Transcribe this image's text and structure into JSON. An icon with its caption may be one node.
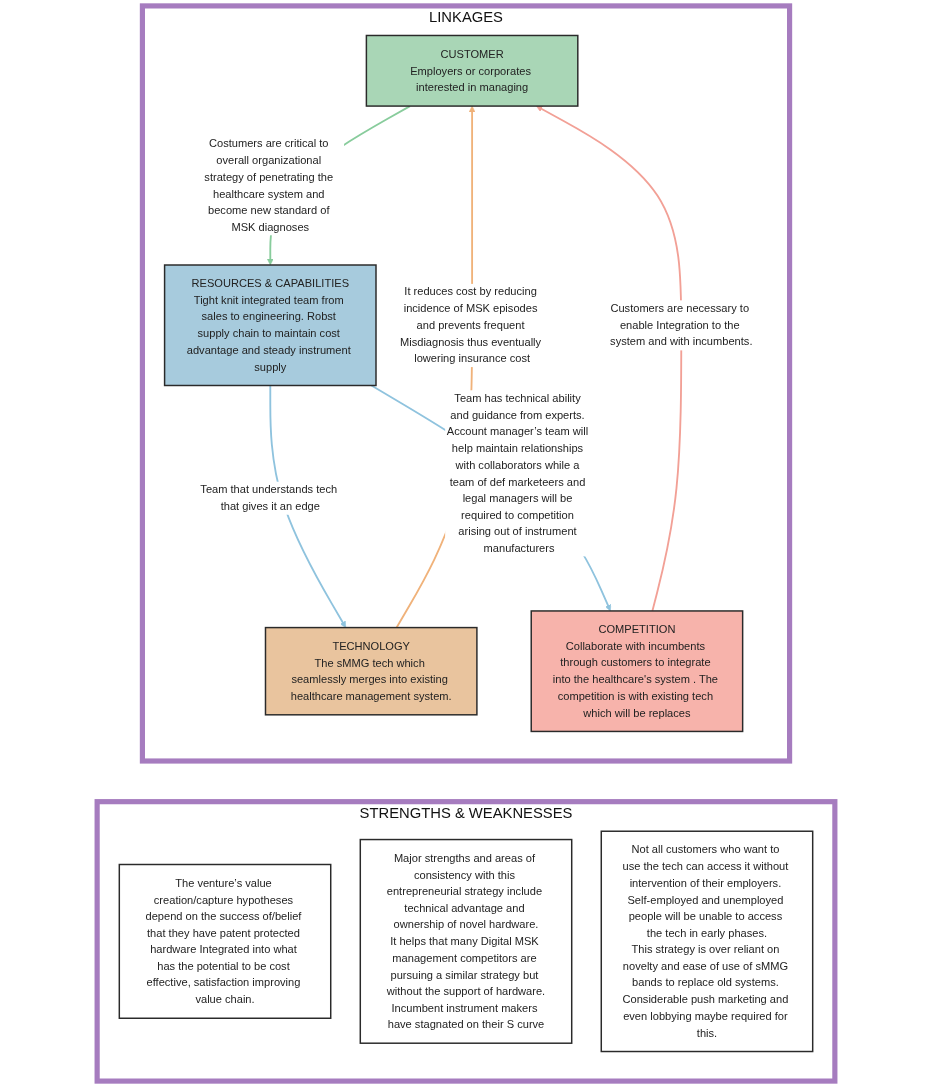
{
  "diagram": {
    "nodes": [
      {
        "text": [
          "LINKAGES"
        ]
      },
      {
        "text": [
          "CUSTOMER",
          "Employers or corporates interested in managing"
        ],
        "in": 0
      },
      {
        "text": [
          "TECHNOLOGY",
          "The sMMG tech which seamlessly merges into existing healthcare management system."
        ],
        "in": 0
      },
      {
        "text": [
          "COMPETITION",
          "Collaborate with incumbents through customers to integrate into the healthcare's system . The competition is with existing tech which will be replaces"
        ],
        "in": 0
      },
      {
        "text": [
          "RESOURCES & CAPABILITIES",
          "Tight knit integrated team from sales to engineering. Robst supply chain to maintain cost advantage and steady instrument supply"
        ],
        "in": 0
      },
      {
        "text": [
          "STRENGTHS & WEAKNESSES"
        ]
      },
      {
        "text": [
          "The venture’s value creation/capture hypotheses depend on the success of/belief that they have patent protected hardware Integrated into what has the potential to be cost effective, satisfaction improving value chain."
        ],
        "in": 5
      },
      {
        "text": [
          "Major strengths and areas of consistency with this entrepreneurial strategy include technical advantage and ownership of novel hardware.",
          "It helps that many Digital MSK management competitors are pursuing a similar strategy but without the support of hardware.",
          "Incumbent instrument makers have stagnated on their S curve"
        ],
        "in": 5
      },
      {
        "text": [
          "Not all customers who want to use the tech can access it without intervention of their employers. Self-employed and unemployed people will be unable to access the tech in early phases.",
          "This strategy is over reliant on novelty and ease of use of sMMG bands to replace old systems. Considerable push marketing and even lobbying maybe required for this."
        ],
        "in": 5
      }
    ],
    "edges": [
      {
        "from": 2,
        "to": 1,
        "arrow": "to",
        "label": "It reduces cost by reducing incidence of MSK episodes and prevents frequent Misdiagnosis thus eventually lowering insurance cost",
        "color": "#f0b27a"
      },
      {
        "from": 1,
        "to": 4,
        "arrow": "to",
        "label": "Costumers are critical to overall organizational strategy of penetrating the healthcare system and become new standard of MSK diagnoses",
        "color": "#88cc9c"
      },
      {
        "from": 3,
        "to": 1,
        "arrow": "to",
        "label": "Customers are necessary to enable Integration to the system and with incumbents.",
        "color": "#f2a096"
      },
      {
        "from": 4,
        "to": 2,
        "arrow": "to",
        "label": "Team that understands tech that gives it an edge",
        "color": "#8fc3de"
      },
      {
        "from": 4,
        "to": 3,
        "arrow": "to",
        "label": "Team has technical ability and guidance from experts. Account manager’s team will help maintain relationships with collaborators while a team of def marketeers and legal managers will be required to competition arising out of instrument manufacturers",
        "color": "#8fc3de"
      }
    ]
  }
}
